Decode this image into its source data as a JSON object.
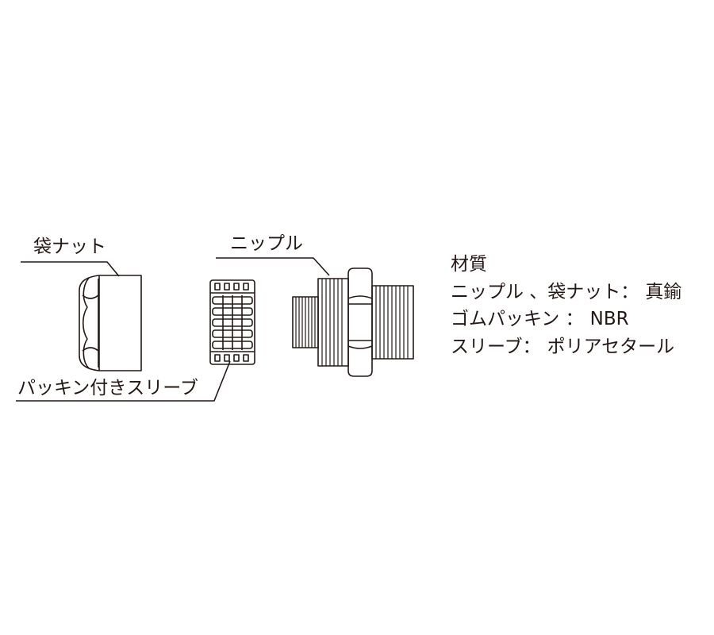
{
  "labels": {
    "nut": "袋ナット",
    "nipple": "ニップル",
    "sleeve": "パッキン付きスリーブ"
  },
  "materials": {
    "heading": "材質",
    "rows": [
      {
        "part": "ニップル 、袋ナット：",
        "material": "真鍮"
      },
      {
        "part": "ゴムパッキン ：",
        "material": "NBR"
      },
      {
        "part": "スリーブ：",
        "material": "ポリアセタール"
      }
    ]
  },
  "colors": {
    "line": "#231815",
    "background": "#ffffff"
  }
}
